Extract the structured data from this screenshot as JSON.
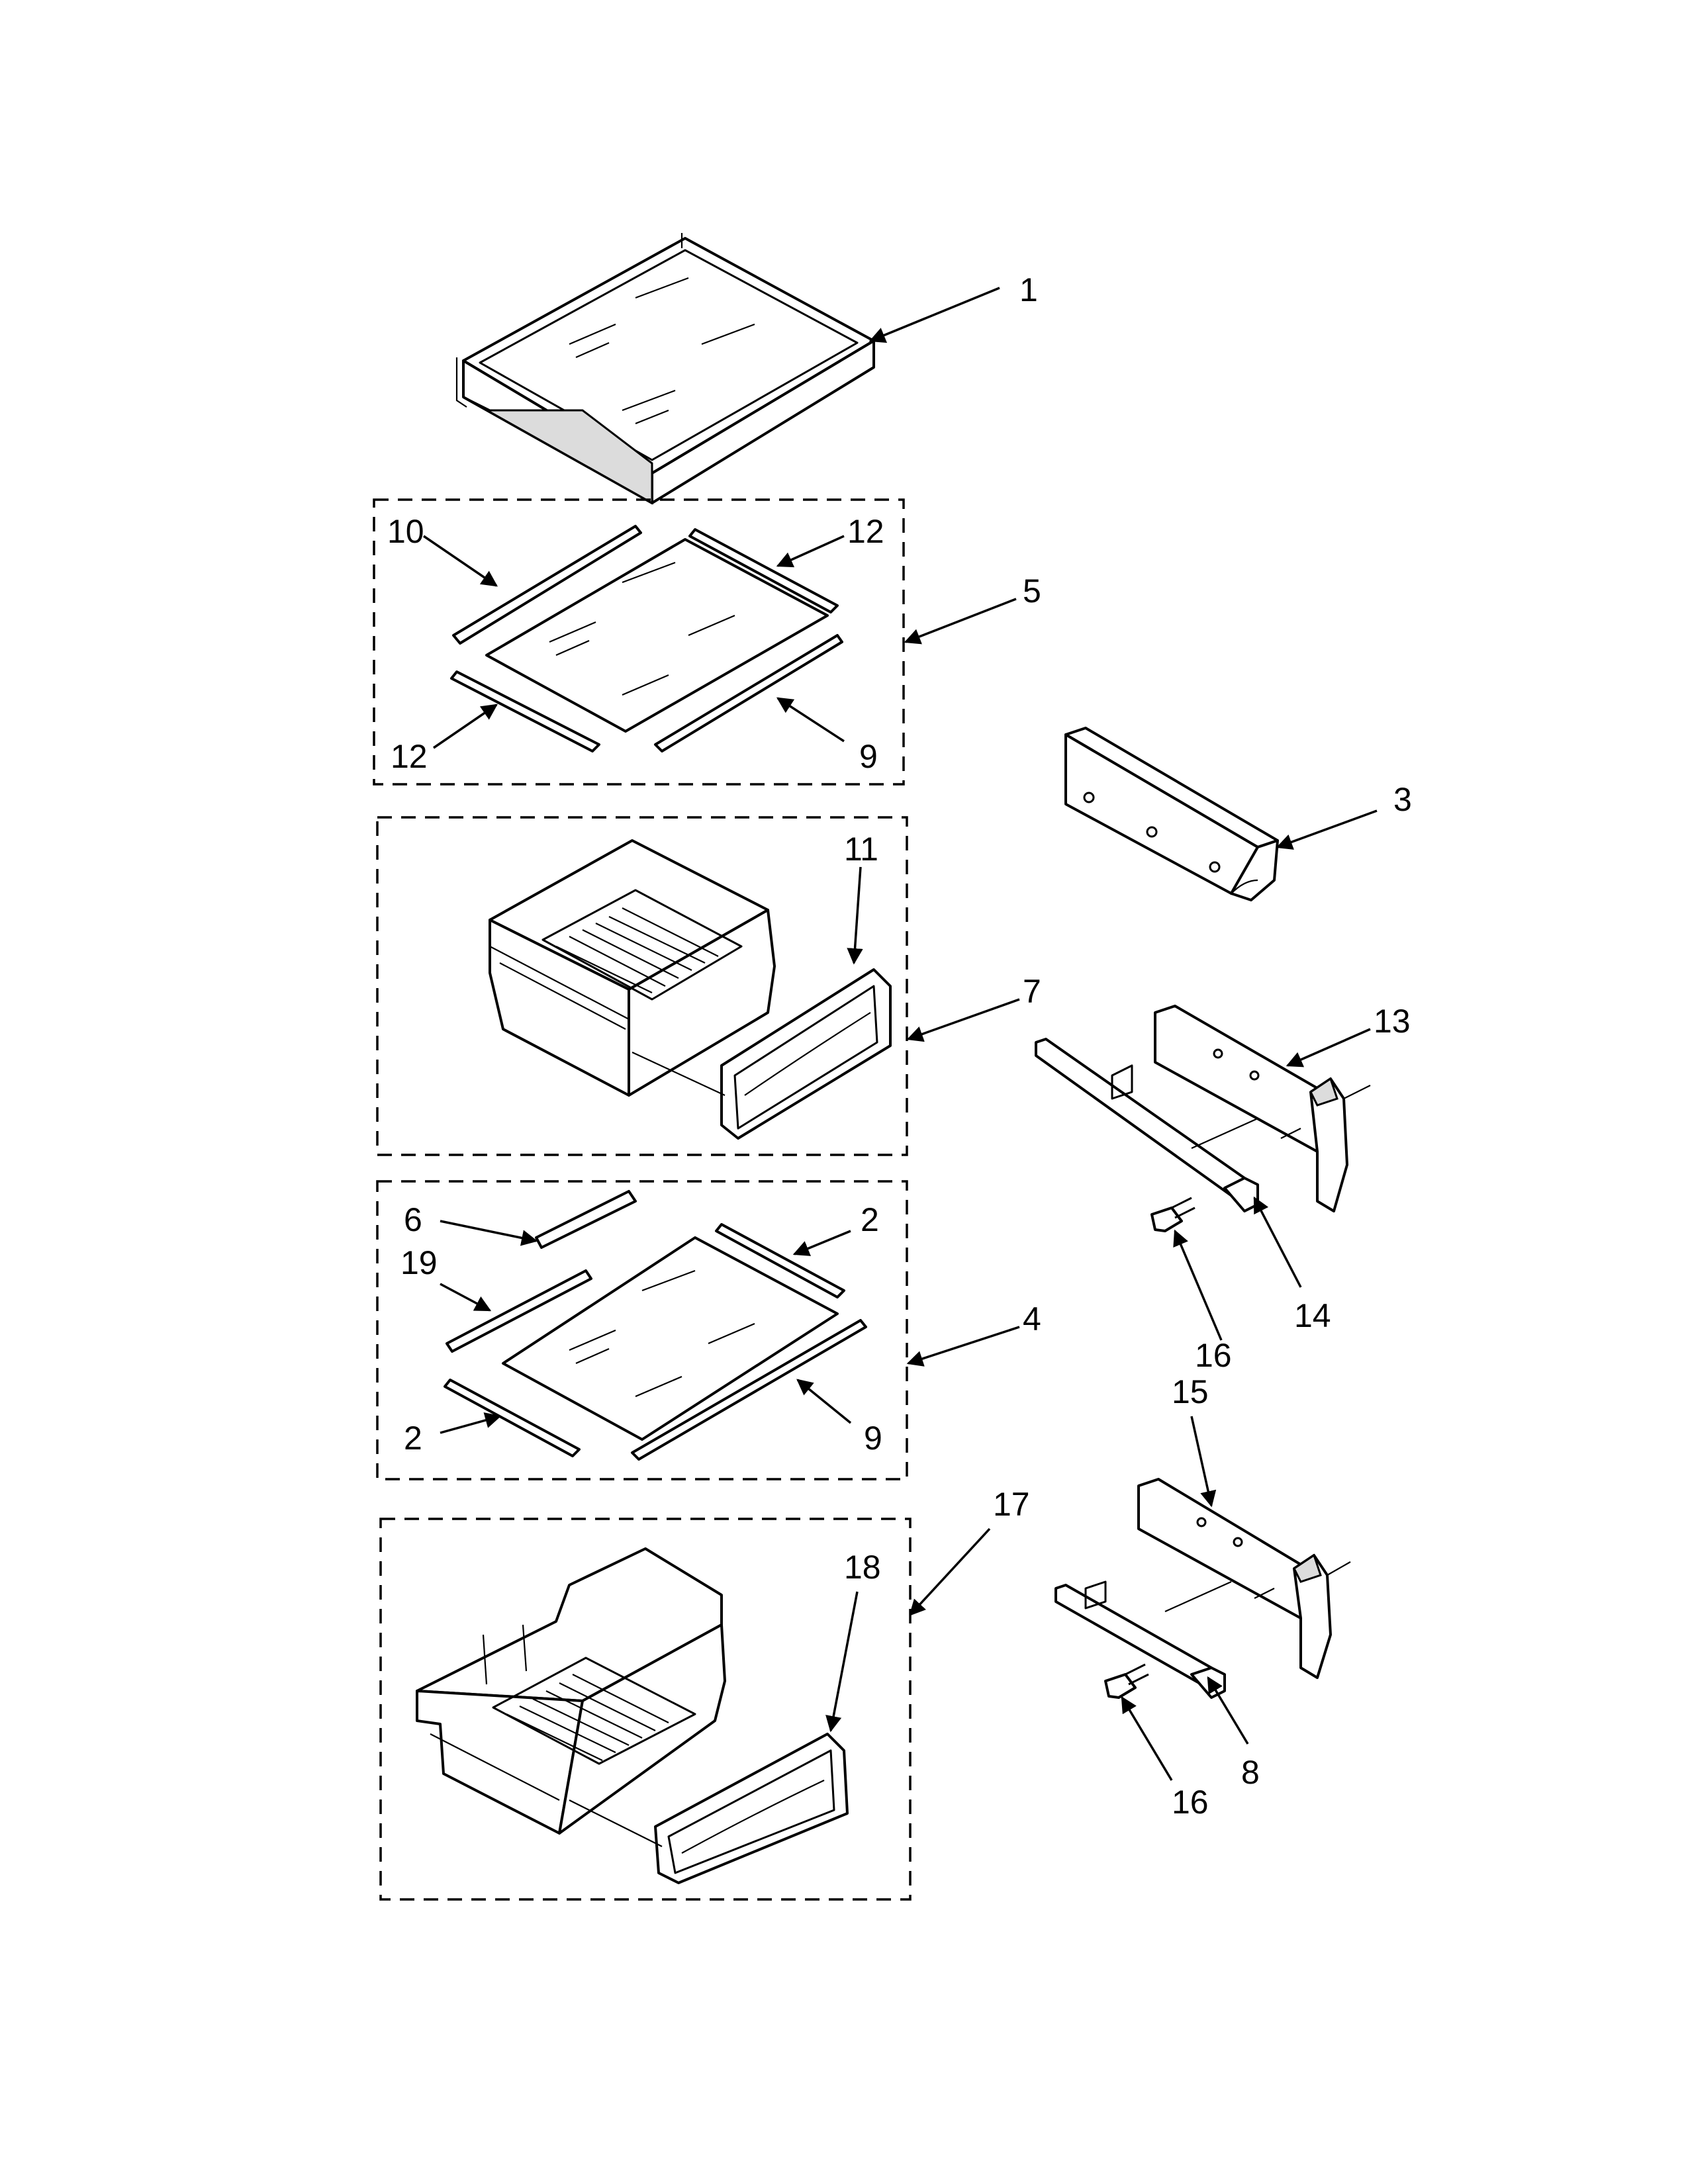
{
  "callouts": [
    {
      "id": "label-1",
      "text": "1"
    },
    {
      "id": "label-10",
      "text": "10"
    },
    {
      "id": "label-12a",
      "text": "12"
    },
    {
      "id": "label-5",
      "text": "5"
    },
    {
      "id": "label-12b",
      "text": "12"
    },
    {
      "id": "label-9a",
      "text": "9"
    },
    {
      "id": "label-3",
      "text": "3"
    },
    {
      "id": "label-11",
      "text": "11"
    },
    {
      "id": "label-7",
      "text": "7"
    },
    {
      "id": "label-13",
      "text": "13"
    },
    {
      "id": "label-6",
      "text": "6"
    },
    {
      "id": "label-2a",
      "text": "2"
    },
    {
      "id": "label-19",
      "text": "19"
    },
    {
      "id": "label-4",
      "text": "4"
    },
    {
      "id": "label-2b",
      "text": "2"
    },
    {
      "id": "label-9b",
      "text": "9"
    },
    {
      "id": "label-14",
      "text": "14"
    },
    {
      "id": "label-16a",
      "text": "16"
    },
    {
      "id": "label-15",
      "text": "15"
    },
    {
      "id": "label-17",
      "text": "17"
    },
    {
      "id": "label-18",
      "text": "18"
    },
    {
      "id": "label-8",
      "text": "8"
    },
    {
      "id": "label-16b",
      "text": "16"
    }
  ]
}
